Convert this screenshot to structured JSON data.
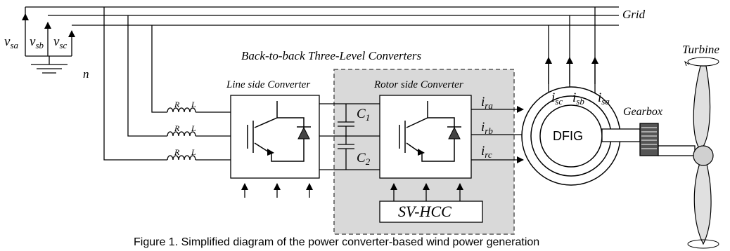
{
  "diagram": {
    "grid_label": "Grid",
    "turbine_label": "Turbine",
    "gearbox_label": "Gearbox",
    "converters_title": "Back-to-back Three-Level Converters",
    "line_side_label": "Line side Converter",
    "rotor_side_label": "Rotor side Converter",
    "machine_label": "DFIG",
    "controller_label": "SV-HCC",
    "neutral_label": "n",
    "voltages": [
      {
        "main": "v",
        "sub": "sa"
      },
      {
        "main": "v",
        "sub": "sb"
      },
      {
        "main": "v",
        "sub": "sc"
      }
    ],
    "stator_currents": [
      {
        "main": "i",
        "sub": "sc"
      },
      {
        "main": "i",
        "sub": "sb"
      },
      {
        "main": "i",
        "sub": "sa"
      }
    ],
    "rotor_currents": [
      {
        "main": "i",
        "sub": "ra"
      },
      {
        "main": "i",
        "sub": "rb"
      },
      {
        "main": "i",
        "sub": "rc"
      }
    ],
    "capacitors": [
      {
        "main": "C",
        "sub": "1"
      },
      {
        "main": "C",
        "sub": "2"
      }
    ],
    "filter_r": "R",
    "filter_l": "L"
  },
  "caption": "Figure 1. Simplified diagram of the power converter-based wind power generation"
}
